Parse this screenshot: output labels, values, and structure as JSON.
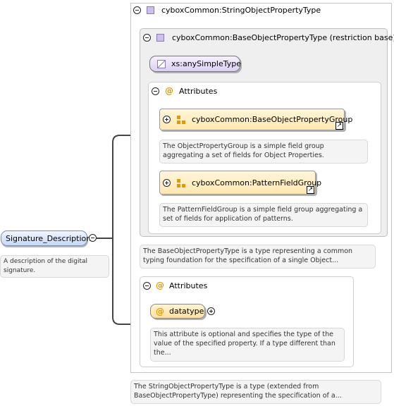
{
  "root_element": {
    "name": "Signature_Description",
    "doc": "A description of the digital signature."
  },
  "type_outer": {
    "title": "cyboxCommon:StringObjectPropertyType",
    "doc": "The StringObjectPropertyType is a type (extended from BaseObjectPropertyType) representing the specification of a..."
  },
  "type_base": {
    "title": "cyboxCommon:BaseObjectPropertyType (restriction base)",
    "simple_type": "xs:anySimpleType",
    "doc": "The BaseObjectPropertyType is a type representing a common typing foundation for the specification of a single Object..."
  },
  "base_attributes": {
    "title": "Attributes",
    "groups": [
      {
        "name": "cyboxCommon:BaseObjectPropertyGroup",
        "doc": "The ObjectPropertyGroup is a simple field group aggregating a set of fields for Object Properties."
      },
      {
        "name": "cyboxCommon:PatternFieldGroup",
        "doc": "The PatternFieldGroup is a simple field group aggregating a set of fields for application of patterns."
      }
    ]
  },
  "outer_attributes": {
    "title": "Attributes",
    "attribute": {
      "name": "datatype",
      "doc": "This attribute is optional and specifies the type of the value of the specified property. If a type different than the..."
    }
  },
  "icons": {
    "collapse": "minus-circle-icon",
    "expand": "plus-circle-icon",
    "complex_type": "complex-type-icon",
    "attribute": "at-icon",
    "group": "attribute-group-icon",
    "link": "link-arrow-icon"
  }
}
